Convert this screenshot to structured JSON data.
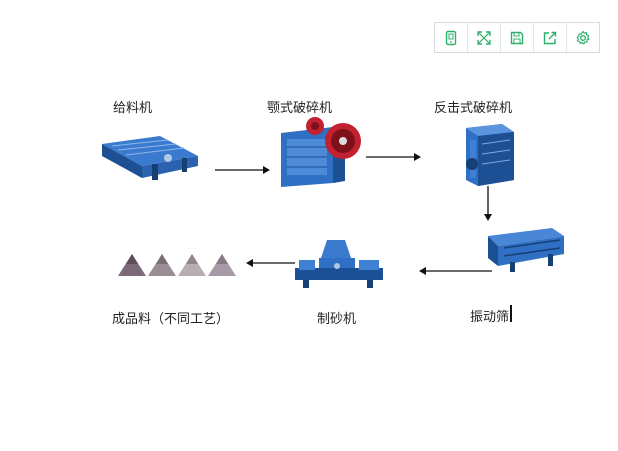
{
  "toolbar": {
    "buttons": [
      {
        "icon": "tablet-icon"
      },
      {
        "icon": "fullscreen-icon"
      },
      {
        "icon": "save-icon"
      },
      {
        "icon": "share-icon"
      },
      {
        "icon": "gear-icon"
      }
    ],
    "icon_color": "#2bb06a"
  },
  "flow": {
    "feeder": "给料机",
    "jaw_crusher": "颚式破碎机",
    "impact_crusher": "反击式破碎机",
    "vibrating_screen": "振动筛",
    "sand_maker": "制砂机",
    "finished_product": "成品料（不同工艺）"
  },
  "colors": {
    "machine_blue": "#2f6fc4",
    "machine_dark": "#1d4f94",
    "arrow": "#111111"
  }
}
